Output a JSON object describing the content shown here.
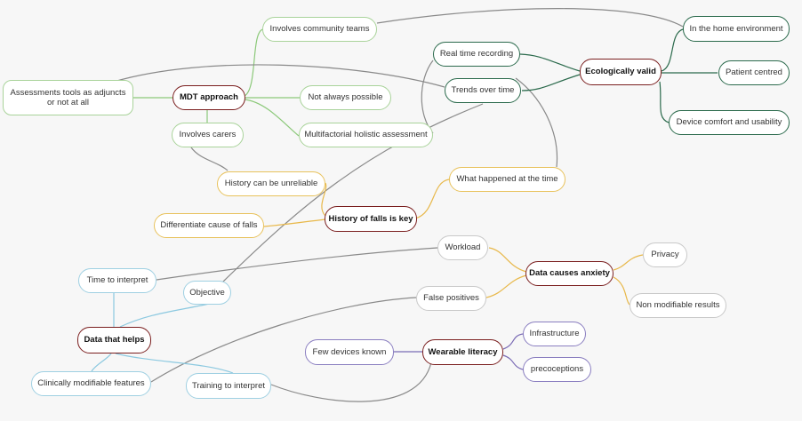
{
  "colors": {
    "green": "#8cc97a",
    "dark_green": "#2b6a4c",
    "yellow": "#e8b84a",
    "blue": "#8cc9e0",
    "grey": "#8a8a8a",
    "purple": "#7a6bb5",
    "central_border": "#7a1e1e"
  },
  "nodes": {
    "mdt_approach": "MDT approach",
    "involves_community_teams": "Involves community teams",
    "not_always_possible": "Not always possible",
    "multifactorial_holistic_assessment": "Multifactorial holistic assessment",
    "involves_carers": "Involves carers",
    "assessments_tools": "Assessments tools as adjuncts or not at all",
    "history_unreliable": "History can be unreliable",
    "history_of_falls": "History of falls is key",
    "differentiate_cause": "Differentiate cause of falls",
    "what_happened": "What happened at the time",
    "real_time_recording": "Real time recording",
    "trends_over_time": "Trends over time",
    "ecologically_valid": "Ecologically valid",
    "home_environment": "In the home environment",
    "patient_centred": "Patient centred",
    "device_comfort": "Device comfort and usability",
    "data_causes_anxiety": "Data causes anxiety",
    "workload": "Workload",
    "false_positives": "False positives",
    "privacy": "Privacy",
    "non_modifiable": "Non modifiable results",
    "data_that_helps": "Data that helps",
    "time_to_interpret": "Time to interpret",
    "objective": "Objective",
    "clinically_modifiable": "Clinically modifiable features",
    "training_to_interpret": "Training to interpret",
    "wearable_literacy": "Wearable literacy",
    "few_devices": "Few devices known",
    "infrastructure": "Infrastructure",
    "preconceptions": "precoceptions"
  }
}
